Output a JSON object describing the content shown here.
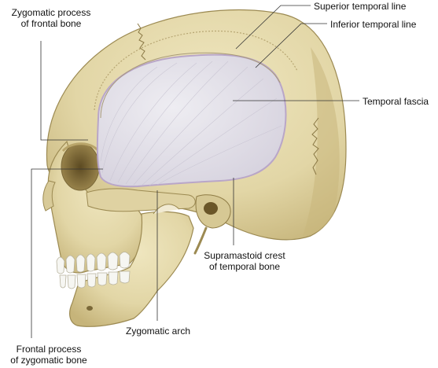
{
  "labels": {
    "zygomatic_process_frontal": {
      "line1": "Zygomatic process",
      "line2": "of frontal bone"
    },
    "superior_temporal_line": "Superior temporal line",
    "inferior_temporal_line": "Inferior temporal line",
    "temporal_fascia": "Temporal fascia",
    "supramastoid_crest": {
      "line1": "Supramastoid crest",
      "line2": "of temporal bone"
    },
    "zygomatic_arch": "Zygomatic arch",
    "frontal_process_zygomatic": {
      "line1": "Frontal process",
      "line2": "of zygomatic bone"
    }
  },
  "colors": {
    "bone": "#e7dcb0",
    "bone_shadow": "#c9b87e",
    "bone_dark": "#8f7c45",
    "fascia": "#e4e2ea",
    "fascia_edge": "#b9a6c8",
    "teeth": "#f6f6f2",
    "leader": "#333333"
  }
}
